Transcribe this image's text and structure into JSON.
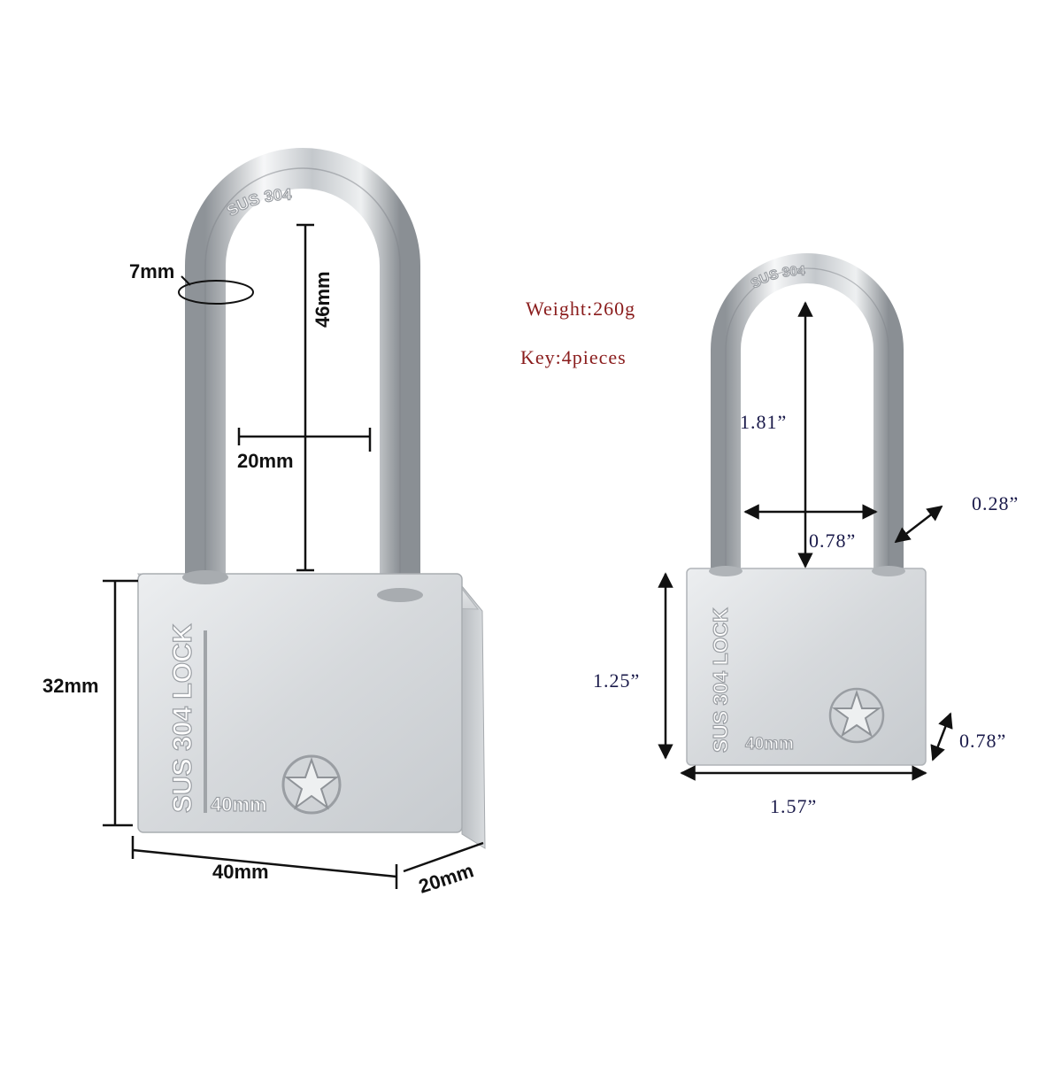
{
  "specs": {
    "weight": "Weight:260g",
    "keys": "Key:4pieces"
  },
  "lock_large": {
    "shackle_engraving": "SUS 304",
    "body_engraving": "SUS 304 LOCK",
    "size_marking": "40mm",
    "dimensions": {
      "shackle_diameter": "7mm",
      "shackle_clearance": "46mm",
      "shackle_width": "20mm",
      "body_height": "32mm",
      "body_width": "40mm",
      "body_depth": "20mm"
    }
  },
  "lock_small": {
    "shackle_engraving": "SUS 304",
    "body_engraving": "SUS 304 LOCK",
    "size_marking": "40mm",
    "dimensions": {
      "shackle_clearance": "1.81”",
      "shackle_width": "0.78”",
      "shackle_diameter": "0.28”",
      "body_height": "1.25”",
      "body_depth": "0.78”",
      "body_width": "1.57”"
    }
  },
  "colors": {
    "metal": "#d4d7da",
    "metal_dark": "#9a9ea3",
    "dimension_line": "#111111",
    "spec_text": "#8a1c1c",
    "inch_text": "#1a1a4a"
  }
}
